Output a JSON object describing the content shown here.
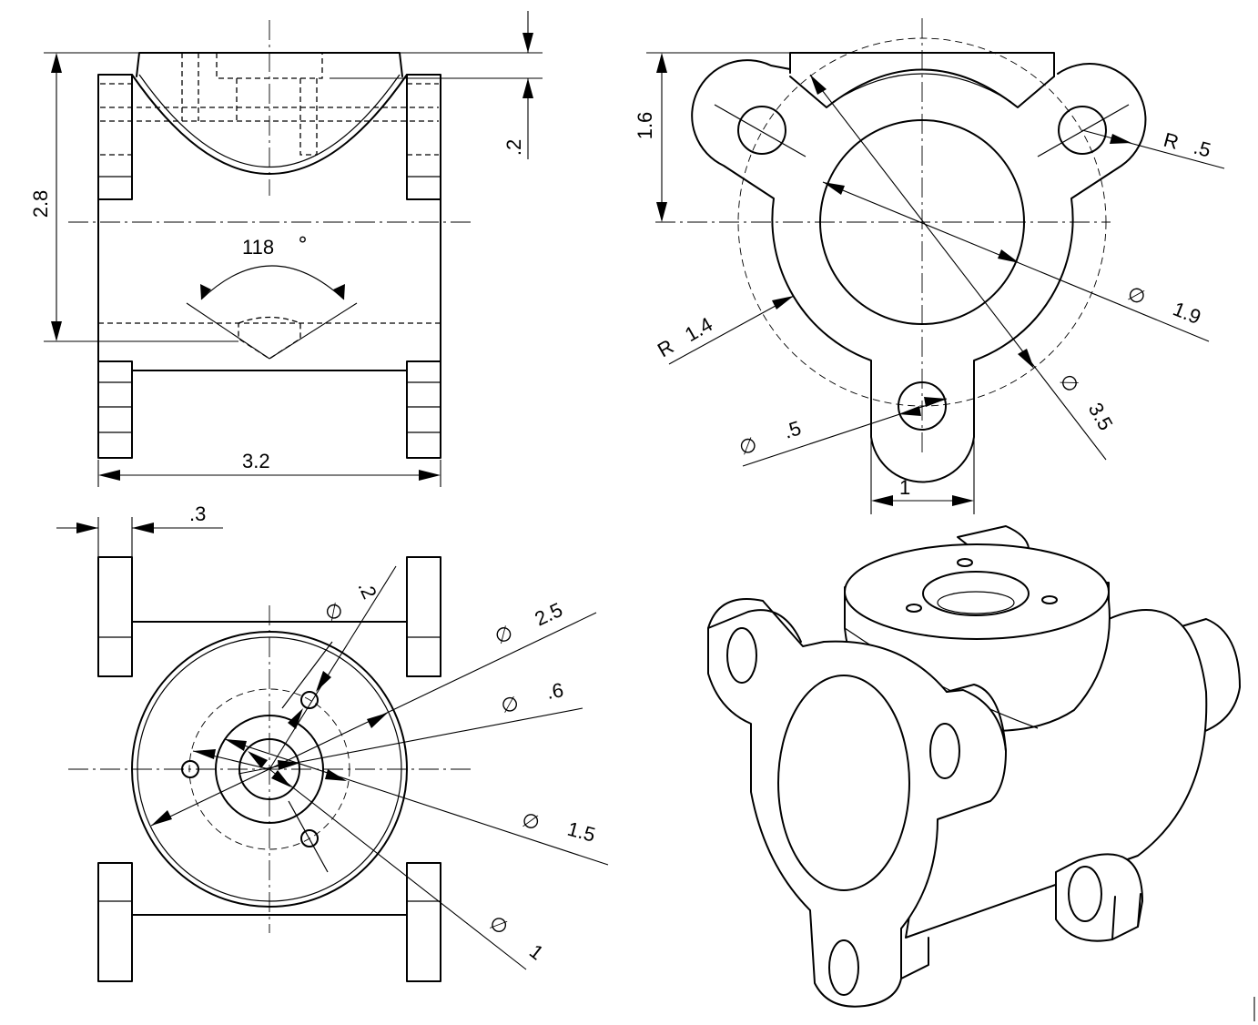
{
  "labels": {
    "overall_height": "2.8",
    "top_step": ".2",
    "countersink_angle": "118",
    "degree_symbol": "°",
    "overall_width": "3.2",
    "flange_thickness": ".3",
    "boss_height": "1.6",
    "lug_radius_prefix": "R",
    "lug_radius": ".5",
    "body_radius_prefix": "R",
    "body_radius": "1.4",
    "diameter_symbol": "∅",
    "bore_diameter": "1.9",
    "bolt_circle_diameter": "3.5",
    "lug_hole_diameter": ".5",
    "lug_width": "1",
    "small_hole_diameter": ".2",
    "face_diameter": "2.5",
    "inner_bore_diameter": ".6",
    "bolt_pattern_diameter": "1.5",
    "counterbore_diameter": "1"
  }
}
